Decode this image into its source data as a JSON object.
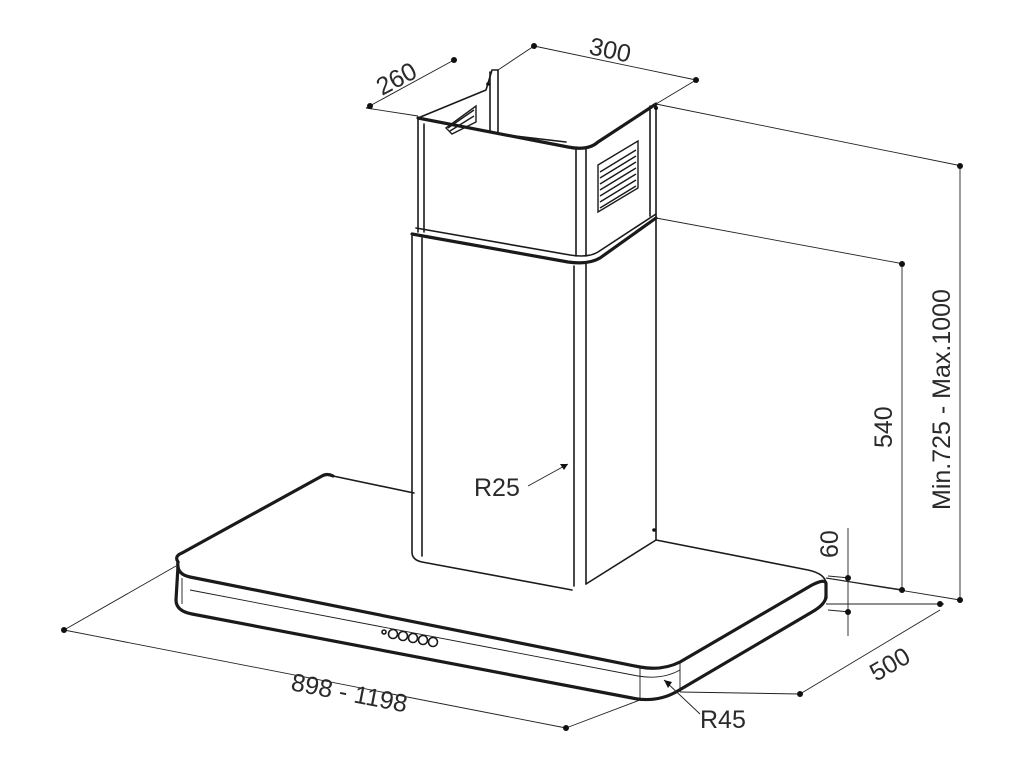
{
  "labels": {
    "chimney_depth": "260",
    "chimney_width": "300",
    "total_height": "Min.725 - Max.1000",
    "chimney_lower": "540",
    "canopy_thickness": "60",
    "canopy_depth": "500",
    "canopy_width": "898 - 1198",
    "chimney_radius": "R25",
    "corner_radius": "R45"
  },
  "colors": {
    "line": "#1a1a1a",
    "text": "#2a2a2a",
    "background": "#ffffff"
  },
  "icons": [
    "control-buttons-icon",
    "vent-grille-icon"
  ]
}
